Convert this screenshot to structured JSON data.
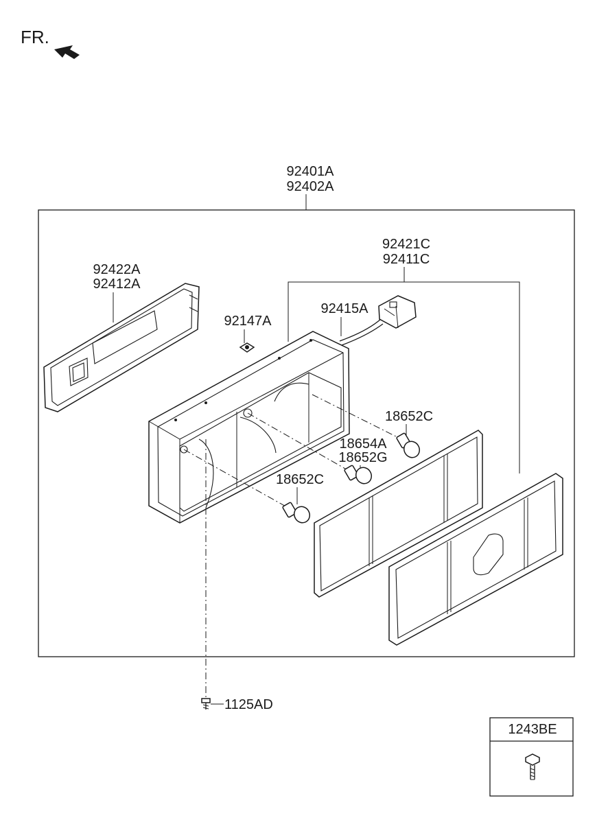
{
  "direction_label": "FR.",
  "labels": {
    "assembly": [
      "92401A",
      "92402A"
    ],
    "lamp_housing": [
      "92421C",
      "92411C"
    ],
    "side_gasket": [
      "92422A",
      "92412A"
    ],
    "clip": "92147A",
    "wiring": "92415A",
    "bulb_upper": "18652C",
    "bulb_middle": [
      "18654A",
      "18652G"
    ],
    "bulb_lower": "18652C",
    "screw": "1125AD",
    "bolt_box": "1243BE"
  }
}
